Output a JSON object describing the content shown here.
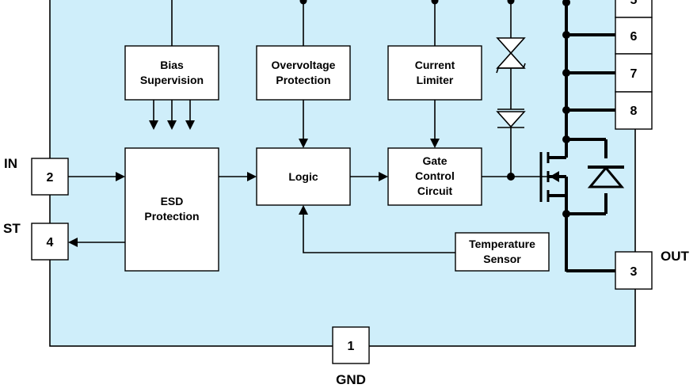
{
  "blocks": {
    "bias": [
      "Bias",
      "Supervision"
    ],
    "overvoltage": [
      "Overvoltage",
      "Protection"
    ],
    "current": [
      "Current",
      "Limiter"
    ],
    "esd": [
      "ESD",
      "Protection"
    ],
    "logic": "Logic",
    "gate": [
      "Gate",
      "Control",
      "Circuit"
    ],
    "temperature": [
      "Temperature",
      "Sensor"
    ]
  },
  "pins": {
    "in": {
      "number": "2",
      "name": "IN"
    },
    "st": {
      "number": "4",
      "name": "ST"
    },
    "gnd": {
      "number": "1",
      "name": "GND"
    },
    "out": {
      "number": "3",
      "name": "OUT"
    },
    "p5": {
      "number": "5"
    },
    "p6": {
      "number": "6"
    },
    "p7": {
      "number": "7"
    },
    "p8": {
      "number": "8"
    }
  },
  "colors": {
    "package_fill": "#cfeefa",
    "line": "#000000",
    "block_fill": "#ffffff"
  }
}
